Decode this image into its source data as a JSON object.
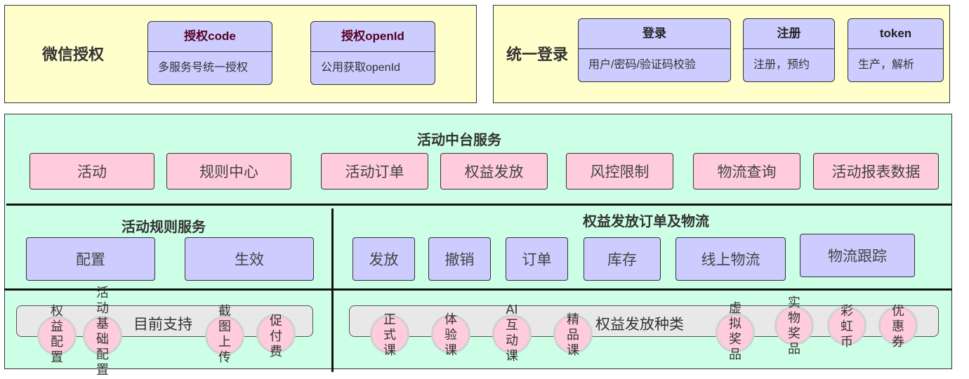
{
  "wechat": {
    "title": "微信授权",
    "cards": [
      {
        "head": "授权code",
        "body": "多服务号统一授权"
      },
      {
        "head": "授权openId",
        "body": "公用获取openId"
      }
    ]
  },
  "login": {
    "title": "统一登录",
    "cards": [
      {
        "head": "登录",
        "body": "用户/密码/验证码校验"
      },
      {
        "head": "注册",
        "body": "注册，预约"
      },
      {
        "head": "token",
        "body": "生产，解析"
      }
    ]
  },
  "middle": {
    "title": "活动中台服务",
    "items": [
      "活动",
      "规则中心",
      "活动订单",
      "权益发放",
      "风控限制",
      "物流查询",
      "活动报表数据"
    ]
  },
  "rules": {
    "title": "活动规则服务",
    "items": [
      "配置",
      "生效"
    ]
  },
  "orders": {
    "title": "权益发放订单及物流",
    "items": [
      "发放",
      "撤销",
      "订单",
      "库存",
      "线上物流",
      "物流跟踪"
    ]
  },
  "support": {
    "label": "目前支持",
    "items": [
      "权益配置",
      "活动基础配置",
      "截图上传",
      "促付费"
    ]
  },
  "kinds": {
    "label": "权益发放种类",
    "items": [
      "正式课",
      "体验课",
      "AI互动课",
      "精品课",
      "虚拟奖品",
      "实物奖品",
      "彩虹币",
      "优惠券"
    ]
  },
  "colors": {
    "yellow_panel": "#ffffcc",
    "green_panel": "#ccffe6",
    "purple_box": "#ccccff",
    "pink_box": "#ffccdd"
  }
}
